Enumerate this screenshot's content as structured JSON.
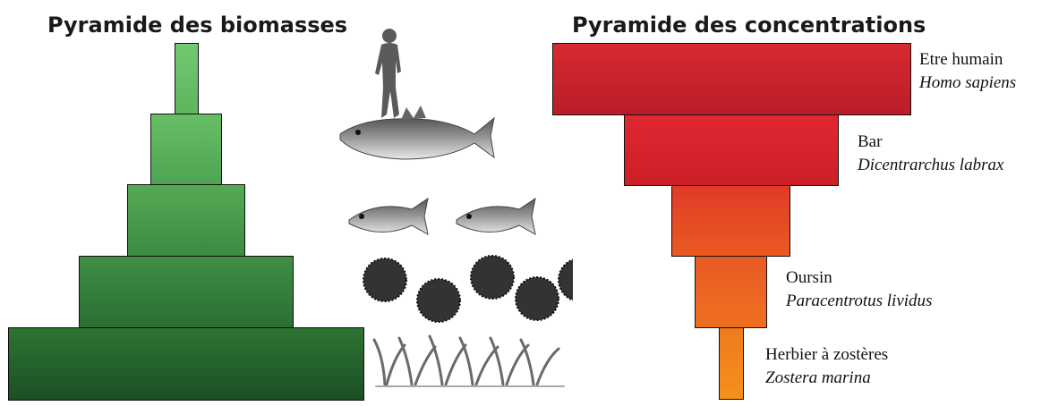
{
  "titles": {
    "biomass": "Pyramide des biomasses",
    "concentration": "Pyramide des concentrations"
  },
  "levels": [
    {
      "common": "Etre humain",
      "scientific": "Homo sapiens",
      "icon": "human-icon"
    },
    {
      "common": "Bar",
      "scientific": "Dicentrarchus labrax",
      "icon": "sea-bass-icon"
    },
    {
      "common": "",
      "scientific": "",
      "icon": "sea-bream-icon"
    },
    {
      "common": "Oursin",
      "scientific": "Paracentrotus lividus",
      "icon": "sea-urchin-icon"
    },
    {
      "common": "Herbier à zostères",
      "scientific": "Zostera marina",
      "icon": "seagrass-icon"
    }
  ],
  "colors": {
    "biomass_top": "#6cc06a",
    "biomass_bottom": "#1f5a28",
    "concentration_top": "#c81e28",
    "concentration_bottom": "#f0801e"
  }
}
